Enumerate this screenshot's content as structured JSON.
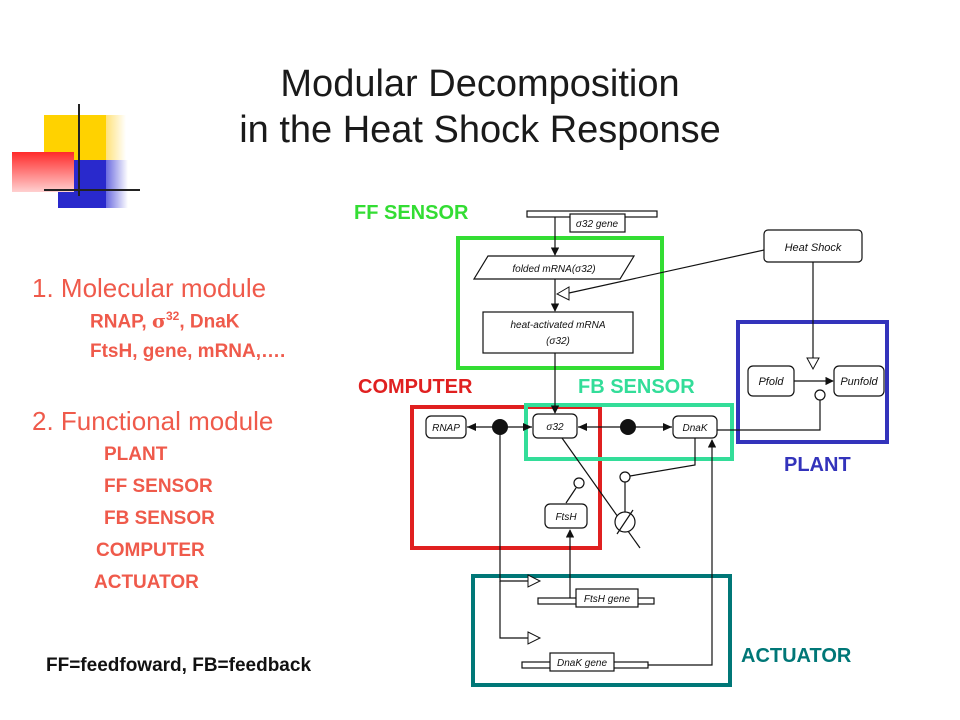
{
  "title": {
    "line1": "Modular Decomposition",
    "line2": "in the Heat Shock Response"
  },
  "left_text": {
    "molecular_heading": "1. Molecular module",
    "molecular_line1_prefix": "RNAP, ",
    "molecular_sigma": "σ",
    "molecular_sup": "32",
    "molecular_line1_suffix": ", DnaK",
    "molecular_line2": "FtsH, gene, mRNA,….",
    "functional_heading": "2. Functional module",
    "functional_items": [
      "PLANT",
      "FF SENSOR",
      "FB SENSOR",
      "COMPUTER",
      "ACTUATOR"
    ]
  },
  "footer": "FF=feedfoward, FB=feedback",
  "region_labels": {
    "ff_sensor": "FF SENSOR",
    "computer": "COMPUTER",
    "fb_sensor": "FB SENSOR",
    "plant": "PLANT",
    "actuator": "ACTUATOR"
  },
  "nodes": {
    "sigma32_gene": "σ32 gene",
    "folded_mrna": "folded mRNA(σ32)",
    "heat_activated_mrna_line1": "heat-activated mRNA",
    "heat_activated_mrna_line2": "(σ32)",
    "heat_shock": "Heat Shock",
    "pfold": "Pfold",
    "punfold": "Punfold",
    "rnap": "RNAP",
    "sigma32": "σ32",
    "dnak": "DnaK",
    "ftsh": "FtsH",
    "ftsh_gene": "FtsH gene",
    "dnak_gene": "DnaK gene"
  },
  "colors": {
    "ff_sensor": "#33dd33",
    "computer": "#e02020",
    "fb_sensor": "#33dd99",
    "plant": "#3333bb",
    "actuator": "#007777",
    "text_red": "#ef5a4b",
    "deco_yellow": "#ffd200",
    "deco_red": "#ff3333",
    "deco_blue": "#2222cc"
  }
}
